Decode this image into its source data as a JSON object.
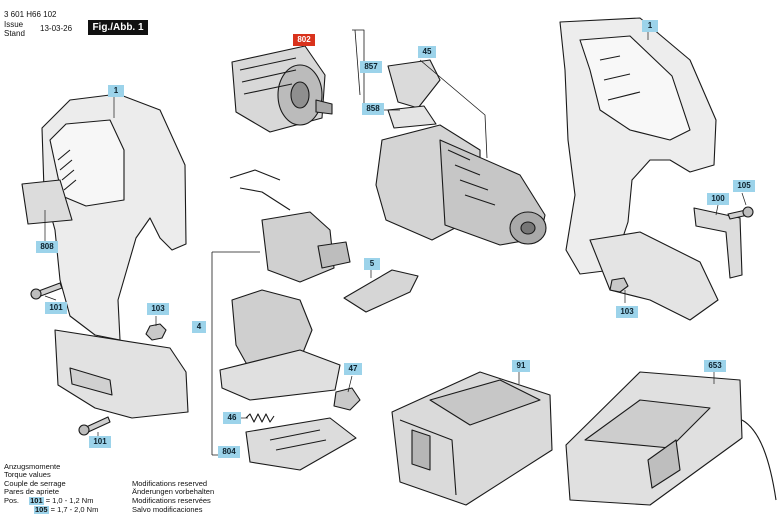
{
  "header": {
    "drawing_number": "3 601 H66 102",
    "issue_label": "Issue",
    "stand_label": "Stand",
    "issue_date": "13-03-26",
    "fig_label": "Fig./Abb. 1"
  },
  "callouts": [
    {
      "id": "1a",
      "number": "1",
      "color": "blue"
    },
    {
      "id": "1b",
      "number": "1",
      "color": "blue"
    },
    {
      "id": "802",
      "number": "802",
      "color": "red"
    },
    {
      "id": "45",
      "number": "45",
      "color": "blue"
    },
    {
      "id": "857",
      "number": "857",
      "color": "blue"
    },
    {
      "id": "858",
      "number": "858",
      "color": "blue"
    },
    {
      "id": "808",
      "number": "808",
      "color": "blue"
    },
    {
      "id": "101a",
      "number": "101",
      "color": "blue"
    },
    {
      "id": "101b",
      "number": "101",
      "color": "blue"
    },
    {
      "id": "103a",
      "number": "103",
      "color": "blue"
    },
    {
      "id": "103b",
      "number": "103",
      "color": "blue"
    },
    {
      "id": "4",
      "number": "4",
      "color": "blue"
    },
    {
      "id": "5",
      "number": "5",
      "color": "blue"
    },
    {
      "id": "47",
      "number": "47",
      "color": "blue"
    },
    {
      "id": "46",
      "number": "46",
      "color": "blue"
    },
    {
      "id": "804",
      "number": "804",
      "color": "blue"
    },
    {
      "id": "100",
      "number": "100",
      "color": "blue"
    },
    {
      "id": "105",
      "number": "105",
      "color": "blue"
    },
    {
      "id": "91",
      "number": "91",
      "color": "blue"
    },
    {
      "id": "653",
      "number": "653",
      "color": "blue"
    }
  ],
  "footer": {
    "torque_lines": [
      "Anzugsmomente",
      "Torque values",
      "Couple de serrage",
      "Pares de apriete"
    ],
    "pos_label": "Pos.",
    "torque_values": [
      {
        "part": "101",
        "value": "= 1,0 - 1,2 Nm"
      },
      {
        "part": "105",
        "value": "= 1,7 - 2,0 Nm"
      }
    ],
    "modification_lines": [
      "Modifications reserved",
      "Änderungen vorbehalten",
      "Modifications reservées",
      "Salvo modificaciones"
    ]
  },
  "colors": {
    "callout_blue": "#9cd3ea",
    "callout_red": "#d9321c",
    "line": "#1a1a1a"
  }
}
